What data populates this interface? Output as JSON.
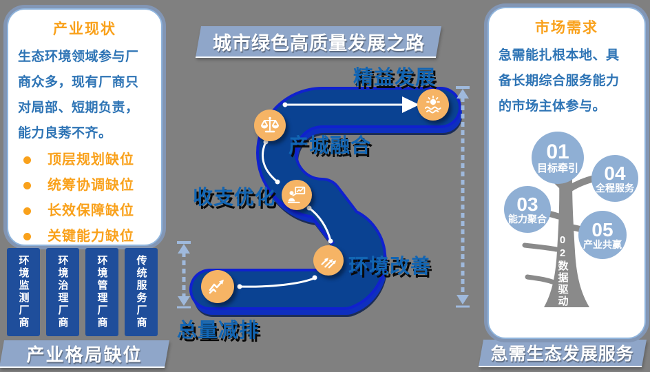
{
  "colors": {
    "background": "#808080",
    "accent_orange": "#F9A11B",
    "body_text_blue": "#2E74B5",
    "milestone_label_blue": "#1265B3",
    "road_navy": "#0A4292",
    "road_edge_blue": "#1021CE",
    "milestone_circle_orange": "#F6B465",
    "banner_steel_blue": "#8FA6C9",
    "vendor_box_navy": "#1F4E9B",
    "tree_gray": "#8A8A8A",
    "tree_node_blue": "#8FAFD4"
  },
  "left_card": {
    "title": "产业现状",
    "body_lines": [
      "生态环境领域参与厂",
      "商众多，现有厂商只",
      "对局部、短期负责，",
      "能力良莠不齐。"
    ],
    "bullets": [
      "顶层规划缺位",
      "统筹协调缺位",
      "长效保障缺位",
      "关键能力缺位"
    ]
  },
  "vendor_boxes": [
    "环境监测厂商",
    "环境治理厂商",
    "环境管理厂商",
    "传统服务厂商"
  ],
  "banners": {
    "left": "产业格局缺位",
    "center_title": "城市绿色高质量发展之路",
    "right": "急需生态发展服务"
  },
  "milestones": [
    {
      "label": "总量减排",
      "icon": "line-chart-icon"
    },
    {
      "label": "环境改善",
      "icon": "rising-arrows-icon"
    },
    {
      "label": "收支优化",
      "icon": "presenter-icon"
    },
    {
      "label": "产城融合",
      "icon": "balance-scale-icon"
    },
    {
      "label": "精益发展",
      "icon": "sunrise-icon"
    }
  ],
  "right_card": {
    "title": "市场需求",
    "body_lines": [
      "急需能扎根本地、具",
      "备长期综合服务能力",
      "的市场主体参与。"
    ],
    "tree": {
      "trunk_label": "02数据驱动",
      "nodes": [
        {
          "number": "01",
          "label": "目标牵引"
        },
        {
          "number": "04",
          "label": "全程服务"
        },
        {
          "number": "03",
          "label": "能力聚合"
        },
        {
          "number": "05",
          "label": "产业共赢"
        }
      ]
    }
  }
}
